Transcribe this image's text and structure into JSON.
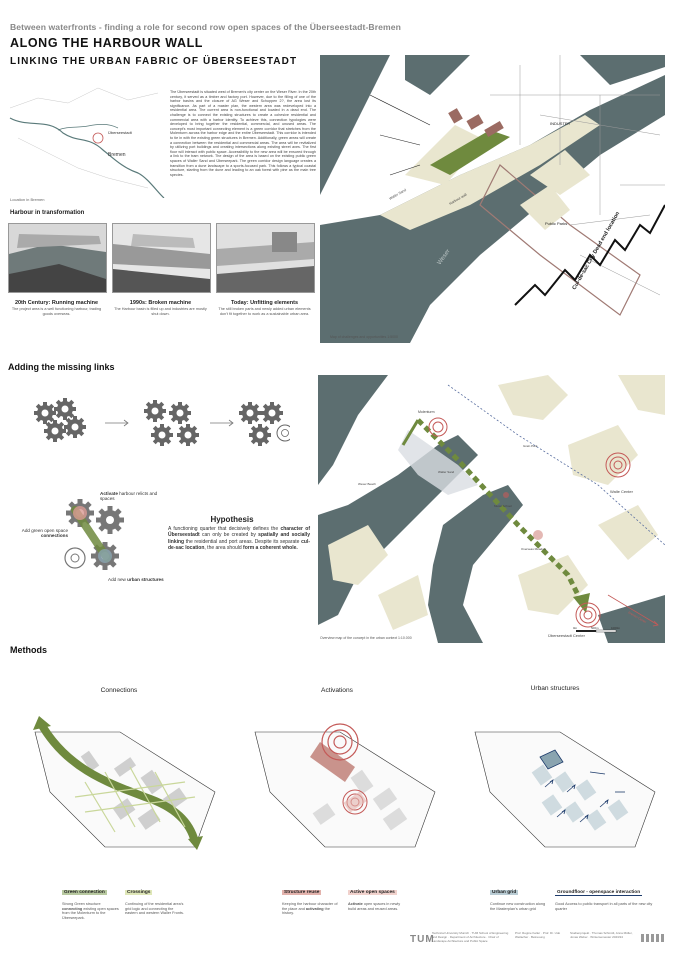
{
  "header": {
    "subtitle": "Between waterfronts - finding a role for second row open spaces of the Überseestadt-Bremen",
    "title": "ALONG THE HARBOUR WALL",
    "title2": "LINKING THE URBAN FABRIC OF ÜBERSEESTADT"
  },
  "intro": {
    "location_caption": "Location in Bremen",
    "map_labels": {
      "city": "Bremen",
      "district": "Überseestadt"
    },
    "body": "The Überseestadt is situated west of Bremen's city center on the Weser River. In the 20th century, it served as a timber and factory port. However, due to the filling of one of the harbor basins and the closure of AG Weser and Schuppen 2?, the area lost its significance. As part of a master plan, the western area was redeveloped into a residential area. The current area is non-functional and located in a dead end. The challenge is to connect the existing structures to create a cohesive residential and commercial area with a harbor identity. To achieve this, connection typologies were developed to bring together the residential, commercial, and unused areas. The concept's most important connecting element is a green corridor that stretches from the Molenturm across the harbor edge and the entire Überseestadt. This corridor is intended to tie in with the existing green structures in Bremen. Additionally, green areas will create a connection between the residential and commercial areas. The area will be revitalized by utilizing port buildings and creating intersections along existing street axes. The first floor will interact with public space. Accessibility to the new area will be ensured through a link to the tram network. The design of the area is based on the existing public green spaces of Waller Sand and Überseepark. The green corridor design language creates a transition from a dune landscape to a sports-focused park. This follows a typical coastal structure, starting from the dune and leading to an oak forest with pine as the main tree species."
  },
  "transformation": {
    "heading": "Harbour in transformation",
    "items": [
      {
        "title": "20th Century: Running machine",
        "text": "The project area is a well functioning harbour, trading goods overseas."
      },
      {
        "title": "1990s: Broken machine",
        "text": "The Harbour basin is filled up and industries are mostly shut down."
      },
      {
        "title": "Today: Unfitting elements",
        "text": "The still broken parts and newly added urban elements don't fit together to work as a sustainable urban area."
      }
    ]
  },
  "map1": {
    "caption": "Map of challenges and opportunities 1:5000",
    "labels": {
      "river": "Weser",
      "industry": "INDUSTRY",
      "public_parks": "Public Parks",
      "cul_de_sac": "Cul-de-sac City Dead end location",
      "waller_sand": "Waller Sand",
      "harbour_wall": "Harbour wall"
    }
  },
  "missing_links": {
    "heading": "Adding the missing links",
    "gear_labels": {
      "activate_pre": "Activate",
      "activate_post": " harbour relicts and spaces",
      "connect_pre": "Add green open space ",
      "connect_post": "connections",
      "urban_pre": "Add new ",
      "urban_post": "urban structures"
    },
    "hypothesis_title": "Hypothesis",
    "hypothesis": {
      "p1": "A functioning quarter that decisively defines the ",
      "b1": "character of Überseestadt",
      "p2": " can only be created by ",
      "b2": "spatially and socially linking",
      "p3": " the residential and port areas. Despite its separate ",
      "b3": "cul-de-sac location",
      "p4": ", the area should ",
      "b4": "form a coherent whole."
    }
  },
  "map2": {
    "caption": "Overview map of the concept in the urban context 1:10.000",
    "labels": {
      "walle_center": "Walle Center",
      "ueberseestadt_center": "Überseestadt Center",
      "molenturm": "Molenturm",
      "waller_sand": "Waller Sand",
      "weser_beach": "Weser Beach",
      "grain_park": "Grain Park",
      "music_school": "Music School",
      "overseas_meadow": "Overseas Meadow",
      "bremen_center": "Bremen Center",
      "scale_0": "0m",
      "scale_1": "500m",
      "scale_2": "1000m"
    }
  },
  "methods": {
    "heading": "Methods",
    "columns": [
      {
        "title": "Connections",
        "tags": [
          {
            "label": "Green connection",
            "color": "#b8c9a0",
            "text_pre": "Strong Green structure ",
            "text_bold": "connecting",
            "text_post": " existing open spaces from the Molenturm to the Überseepark."
          },
          {
            "label": "Crossings",
            "color": "#dfe7b8",
            "text_pre": "Continuing of the residential area's grid logic and connecting the eastern and western Waller Fronts.",
            "text_bold": "",
            "text_post": ""
          }
        ]
      },
      {
        "title": "Activations",
        "tags": [
          {
            "label": "Structure reuse",
            "color": "#e3b3ad",
            "text_pre": "Keeping the harbour character of the place and ",
            "text_bold": "activating",
            "text_post": " the history."
          },
          {
            "label": "Active open spaces",
            "color": "#f1d2cd",
            "text_pre": "",
            "text_bold": "Activate",
            "text_post": " open spaces in newly build areas and reused areas."
          }
        ]
      },
      {
        "title": "Urban structures",
        "tags": [
          {
            "label": "Urban grid",
            "color": "#b9ccd4",
            "text_pre": "Continue new construction along the Masterplan's urban grid",
            "text_bold": "",
            "text_post": ""
          },
          {
            "label": "Groundfloor - openspace interaction",
            "color": "#ffffff",
            "text_pre": "Good Access to public transport in all parts of the new city quarter",
            "text_bold": "",
            "text_post": ""
          }
        ]
      }
    ]
  },
  "footer": {
    "logo": "TUM",
    "col1": "Technical University Munich · TUM School of Engineering and Design · Department of Architecture · Chair of Landscape Architecture and Public Space",
    "col2": "Prof. Regine Keller · Prof. Dr. Udo Weilacher · Betreuung",
    "col3": "Studienprojekt · Thomas Schmidt, Anna Müller, Jonas Weber · Wintersemester 2023/24"
  },
  "colors": {
    "water": "#5c6e70",
    "sand": "#e9e6cf",
    "green": "#6f8a3e",
    "red_circle": "#c45a58",
    "building": "#9b6b62",
    "blue_grid": "#8aa4b0"
  }
}
